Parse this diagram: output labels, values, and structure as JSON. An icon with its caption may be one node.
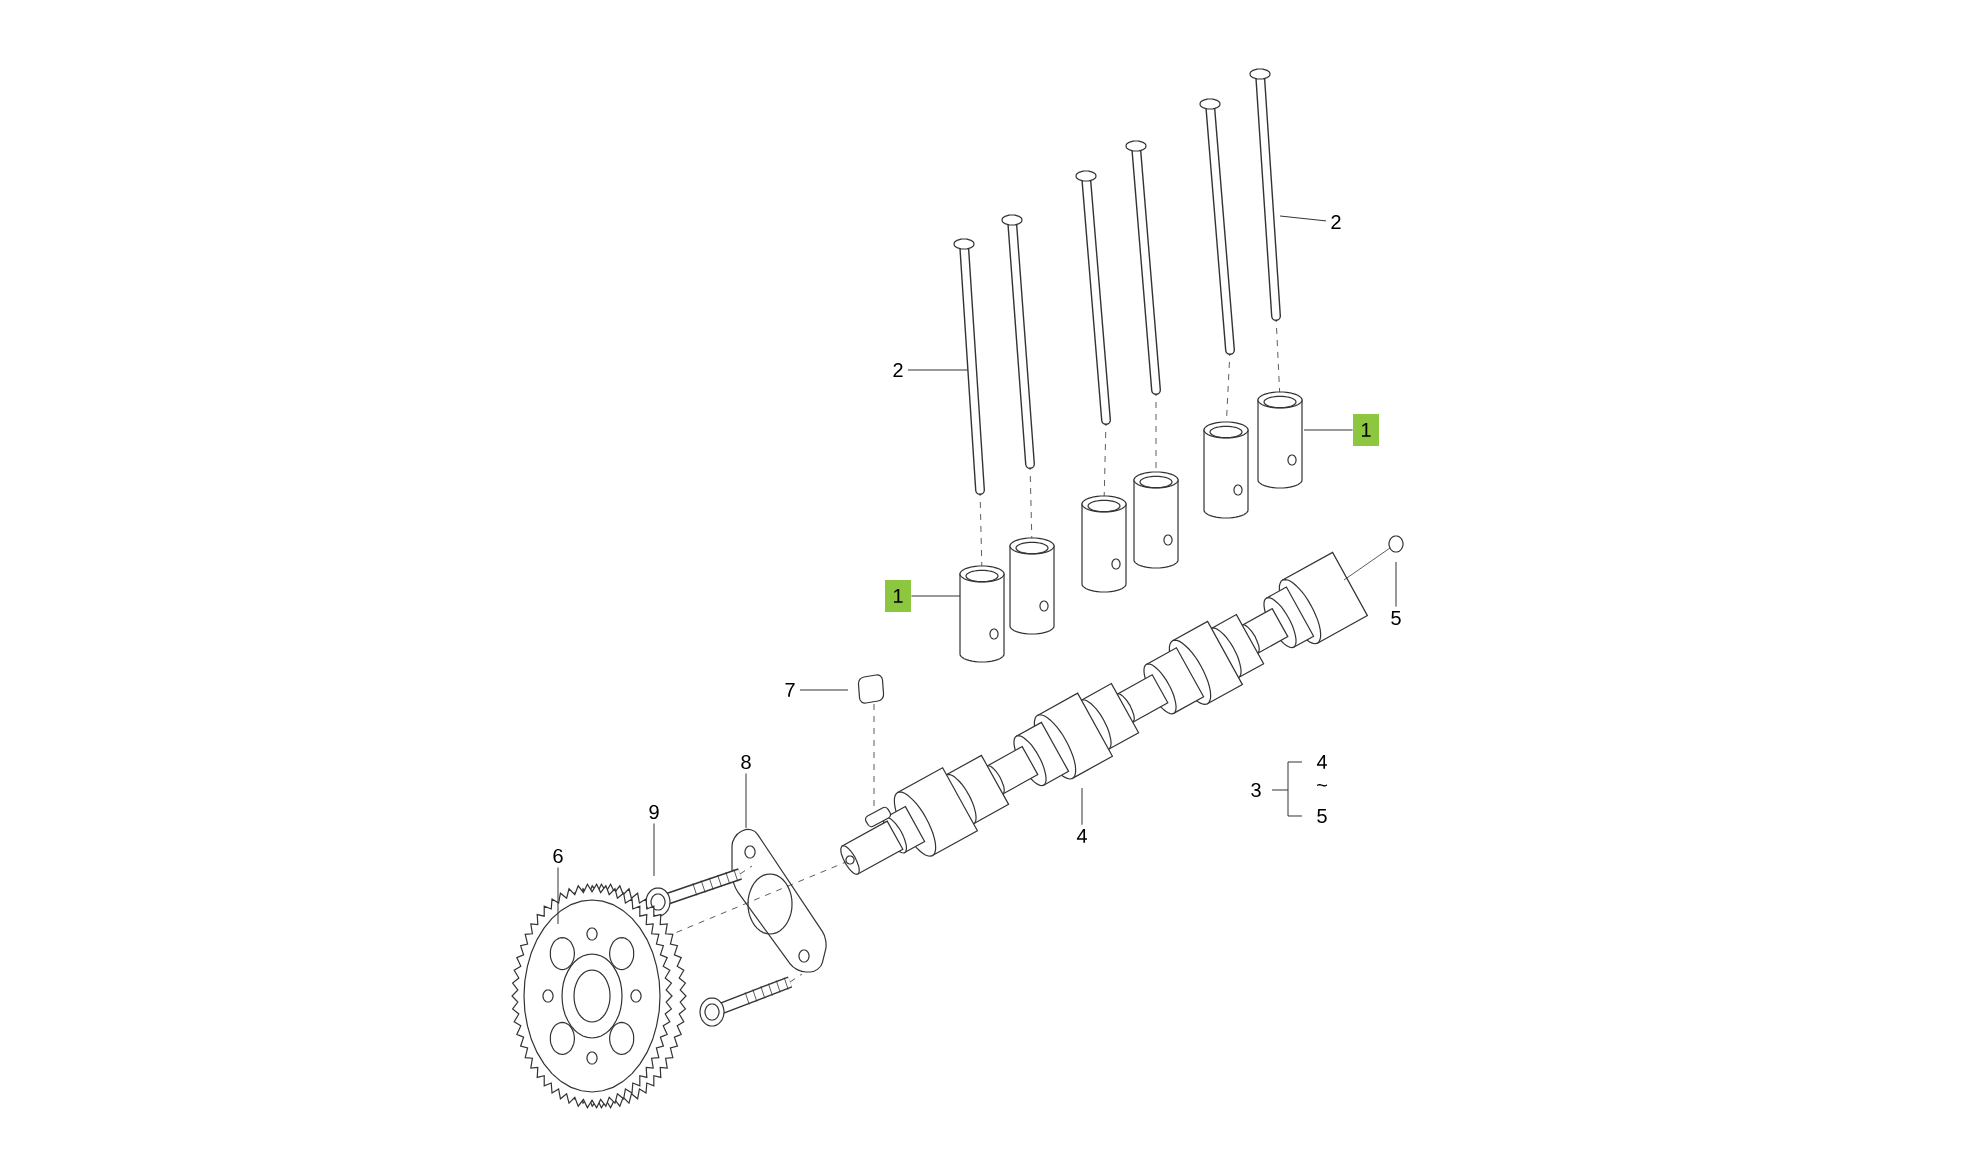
{
  "diagram": {
    "nodes": [
      {
        "text": [
          "2"
        ]
      },
      {
        "text": [
          "2"
        ]
      },
      {
        "text": [
          "1"
        ]
      },
      {
        "text": [
          "1"
        ]
      },
      {
        "text": [
          "5"
        ]
      },
      {
        "text": [
          "7"
        ]
      },
      {
        "text": [
          "8"
        ]
      },
      {
        "text": [
          "9"
        ]
      },
      {
        "text": [
          "6"
        ]
      },
      {
        "text": [
          "4"
        ]
      }
    ],
    "edges": [
      {
        "from": 0,
        "to": null,
        "arrow": "none"
      },
      {
        "from": 1,
        "to": null,
        "arrow": "none"
      },
      {
        "from": 2,
        "to": null,
        "arrow": "none"
      },
      {
        "from": 3,
        "to": null,
        "arrow": "none"
      },
      {
        "from": 4,
        "to": null,
        "arrow": "none"
      },
      {
        "from": 5,
        "to": null,
        "arrow": "none"
      },
      {
        "from": 6,
        "to": null,
        "arrow": "none"
      },
      {
        "from": 7,
        "to": null,
        "arrow": "none"
      },
      {
        "from": 8,
        "to": null,
        "arrow": "none"
      },
      {
        "from": 9,
        "to": null,
        "arrow": "none"
      }
    ],
    "labels": [
      "3",
      "4",
      "~",
      "5"
    ]
  }
}
